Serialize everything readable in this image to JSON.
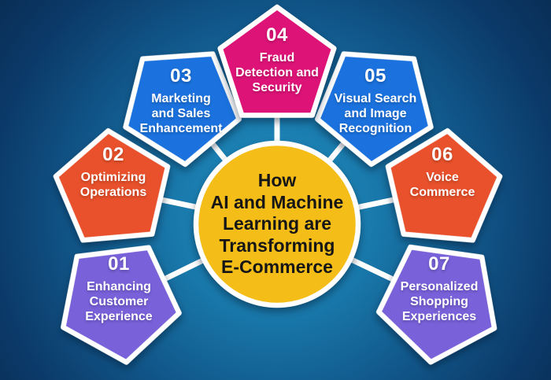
{
  "center": {
    "text": "How\nAI and Machine\nLearning are\nTransforming\nE-Commerce",
    "fill": "#F4BD17"
  },
  "nodes": [
    {
      "number": "01",
      "label": "Enhancing\nCustomer\nExperience",
      "color": "#7861D9"
    },
    {
      "number": "02",
      "label": "Optimizing\nOperations",
      "color": "#E8512B"
    },
    {
      "number": "03",
      "label": "Marketing\nand Sales\nEnhancement",
      "color": "#1B72DE"
    },
    {
      "number": "04",
      "label": "Fraud\nDetection and\nSecurity",
      "color": "#DE1378"
    },
    {
      "number": "05",
      "label": "Visual Search\nand Image\nRecognition",
      "color": "#1B72DE"
    },
    {
      "number": "06",
      "label": "Voice\nCommerce",
      "color": "#E8512B"
    },
    {
      "number": "07",
      "label": "Personalized\nShopping\nExperiences",
      "color": "#7861D9"
    }
  ],
  "style": {
    "connector_color": "#FFFFFF",
    "shape_border_color": "#FFFFFF",
    "background_center": "#2495C8",
    "background_edge": "#092E56",
    "center_text_color": "#161616",
    "node_text_color": "#FFFFFF"
  }
}
